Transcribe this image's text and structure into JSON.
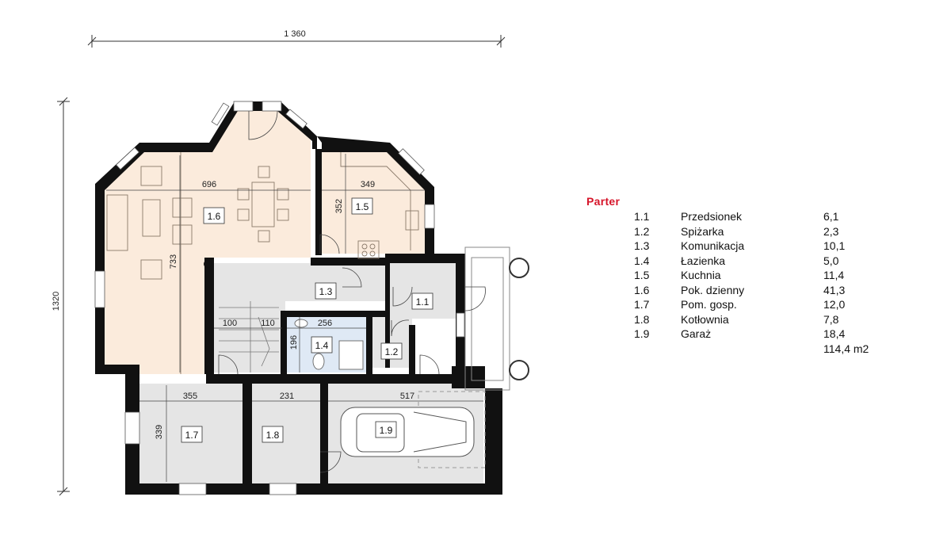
{
  "dimensions": {
    "overall_width": "1 360",
    "overall_height": "1320",
    "living_width": "696",
    "living_height": "733",
    "kitchen_width": "349",
    "kitchen_height": "352",
    "stair_a": "100",
    "stair_b": "110",
    "bath_width": "256",
    "bath_height": "196",
    "utility_width": "355",
    "utility_height": "339",
    "boiler_width": "231",
    "garage_width": "517"
  },
  "legend": {
    "title": "Parter",
    "rooms": [
      {
        "num": "1.1",
        "name": "Przedsionek",
        "area": "6,1"
      },
      {
        "num": "1.2",
        "name": "Spiżarka",
        "area": "2,3"
      },
      {
        "num": "1.3",
        "name": "Komunikacja",
        "area": "10,1"
      },
      {
        "num": "1.4",
        "name": "Łazienka",
        "area": "5,0"
      },
      {
        "num": "1.5",
        "name": "Kuchnia",
        "area": "11,4"
      },
      {
        "num": "1.6",
        "name": "Pok. dzienny",
        "area": "41,3"
      },
      {
        "num": "1.7",
        "name": "Pom. gosp.",
        "area": "12,0"
      },
      {
        "num": "1.8",
        "name": "Kotłownia",
        "area": "7,8"
      },
      {
        "num": "1.9",
        "name": "Garaż",
        "area": "18,4"
      }
    ],
    "total": "114,4 m2"
  },
  "colors": {
    "wall": "#111111",
    "living_floor": "#fbebdc",
    "corridor_floor": "#e5e5e5",
    "bathroom_floor": "#dfe9f5",
    "legend_title": "#d6152a"
  }
}
